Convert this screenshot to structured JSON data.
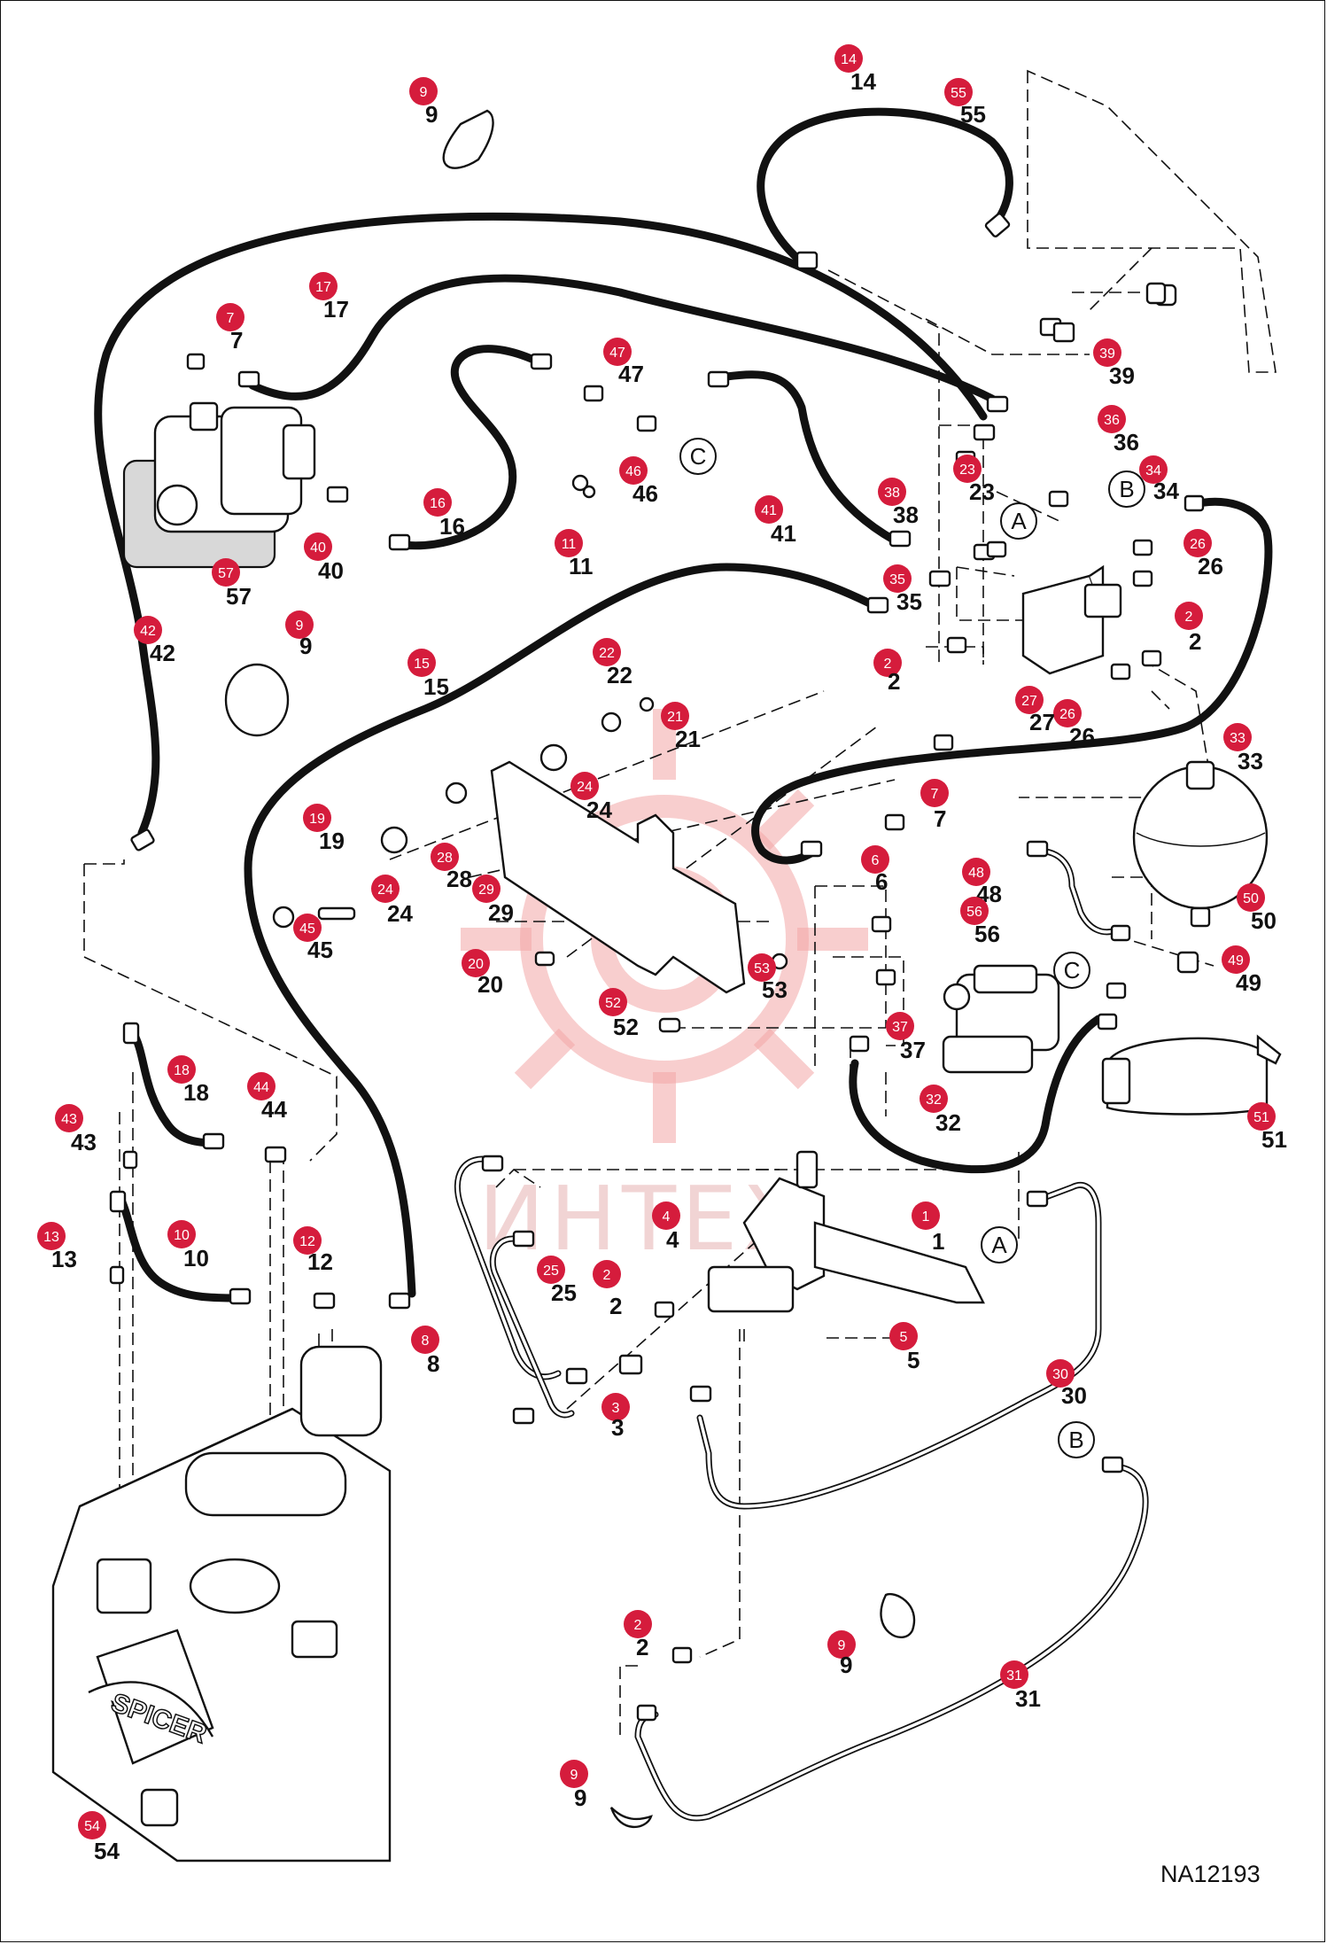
{
  "drawing_code": "NA12193",
  "watermark_text": "ИНТЕХ",
  "component_brand": "SPICER",
  "reference_labels": [
    "A",
    "B",
    "C"
  ],
  "callouts": [
    {
      "num": "1"
    },
    {
      "num": "2"
    },
    {
      "num": "3"
    },
    {
      "num": "4"
    },
    {
      "num": "5"
    },
    {
      "num": "6"
    },
    {
      "num": "7"
    },
    {
      "num": "8"
    },
    {
      "num": "9"
    },
    {
      "num": "10"
    },
    {
      "num": "11"
    },
    {
      "num": "12"
    },
    {
      "num": "13"
    },
    {
      "num": "14"
    },
    {
      "num": "15"
    },
    {
      "num": "16"
    },
    {
      "num": "17"
    },
    {
      "num": "18"
    },
    {
      "num": "19"
    },
    {
      "num": "20"
    },
    {
      "num": "21"
    },
    {
      "num": "22"
    },
    {
      "num": "23"
    },
    {
      "num": "24"
    },
    {
      "num": "25"
    },
    {
      "num": "26"
    },
    {
      "num": "27"
    },
    {
      "num": "28"
    },
    {
      "num": "29"
    },
    {
      "num": "30"
    },
    {
      "num": "31"
    },
    {
      "num": "32"
    },
    {
      "num": "33"
    },
    {
      "num": "34"
    },
    {
      "num": "35"
    },
    {
      "num": "36"
    },
    {
      "num": "37"
    },
    {
      "num": "38"
    },
    {
      "num": "39"
    },
    {
      "num": "40"
    },
    {
      "num": "41"
    },
    {
      "num": "42"
    },
    {
      "num": "43"
    },
    {
      "num": "44"
    },
    {
      "num": "45"
    },
    {
      "num": "46"
    },
    {
      "num": "47"
    },
    {
      "num": "48"
    },
    {
      "num": "49"
    },
    {
      "num": "50"
    },
    {
      "num": "51"
    },
    {
      "num": "52"
    },
    {
      "num": "53"
    },
    {
      "num": "54"
    },
    {
      "num": "55"
    },
    {
      "num": "56"
    },
    {
      "num": "57"
    }
  ],
  "colors": {
    "callout_marker": "#d51c3c",
    "line_art": "#111111",
    "watermark": "#f2a5a5"
  }
}
